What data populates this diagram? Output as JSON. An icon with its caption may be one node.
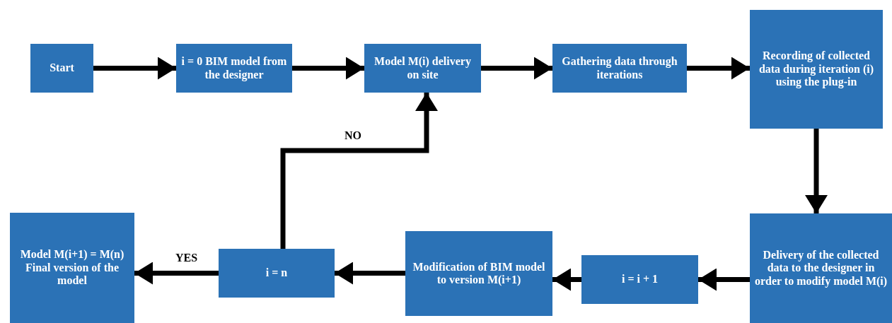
{
  "diagram": {
    "nodes": [
      {
        "text": [
          "Start"
        ]
      },
      {
        "text": [
          "i = 0 BIM model from the designer"
        ]
      },
      {
        "text": [
          "Model M(i) delivery on site"
        ]
      },
      {
        "text": [
          "Gathering data through iterations"
        ]
      },
      {
        "text": [
          "Recording of collected data during iteration (i) using the plug-in"
        ]
      },
      {
        "text": [
          "Delivery of the collected data to the designer in order to modify model M(i)"
        ]
      },
      {
        "text": [
          "i = i + 1"
        ]
      },
      {
        "text": [
          "Modification of BIM model to version M(i+1)"
        ]
      },
      {
        "text": [
          "i = n"
        ]
      },
      {
        "text": [
          "Model M(i+1) = M(n) Final version of the model"
        ]
      }
    ],
    "edges": [
      {
        "from": 0,
        "to": 1,
        "arrow": "to"
      },
      {
        "from": 1,
        "to": 2,
        "arrow": "to"
      },
      {
        "from": 2,
        "to": 3,
        "arrow": "to"
      },
      {
        "from": 3,
        "to": 4,
        "arrow": "to"
      },
      {
        "from": 4,
        "to": 5,
        "arrow": "to"
      },
      {
        "from": 5,
        "to": 6,
        "arrow": "to"
      },
      {
        "from": 6,
        "to": 7,
        "arrow": "to"
      },
      {
        "from": 7,
        "to": 8,
        "arrow": "to"
      },
      {
        "from": 8,
        "to": 2,
        "arrow": "to",
        "label": "NO"
      },
      {
        "from": 8,
        "to": 9,
        "arrow": "to",
        "label": "YES"
      }
    ]
  }
}
